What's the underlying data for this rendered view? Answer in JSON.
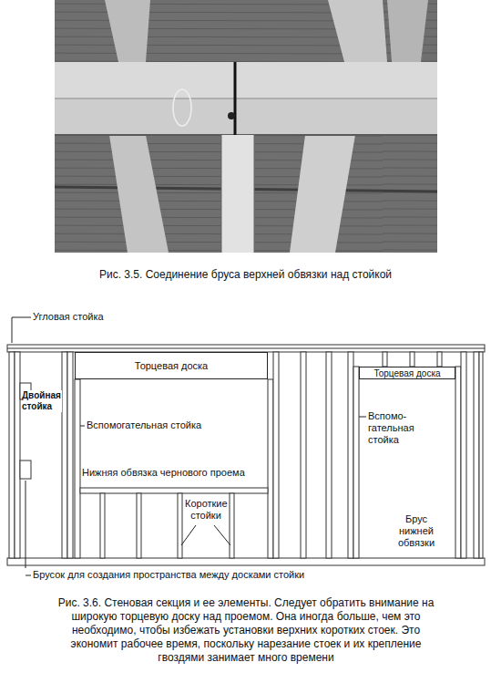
{
  "diagram": {
    "caption": "Рис. 3.6. Стеновая секция и ее элементы. Следует обратить внимание на широкую торцевую доску над проемом. Она иногда больше, чем это необходимо, чтобы избежать установки верхних коротких стоек. Это экономит рабочее время, поскольку нарезание стоек и их крепление гвоздями занимает много времени",
    "nodes": [
      {
        "text": [
          "Торцевая доска"
        ]
      },
      {
        "text": [
          "Торцевая доска"
        ]
      }
    ],
    "labels": [
      "Рис. 3.5. Соединение бруса верхней обвязки над стойкой",
      "Угловая стойка",
      "Двойная стойка",
      "Вспомогательная стойка",
      "Нижняя обвязка чернового проема",
      "Короткие стойки",
      "Вспомо- гательная стойка",
      "Брус нижней обвязки",
      "Брусок для создания пространства между досками стойки"
    ]
  }
}
